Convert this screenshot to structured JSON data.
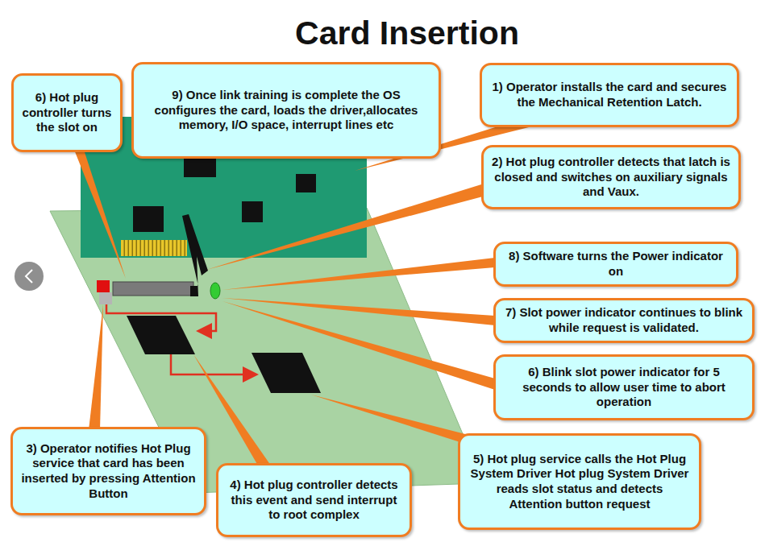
{
  "diagram": {
    "title": "Card Insertion",
    "nodes": [
      {
        "text": [
          "9) Once link training is complete the OS configures the card, loads the driver,allocates memory, I/O space, interrupt lines etc"
        ]
      },
      {
        "text": [
          "6) Hot plug controller turns the slot on"
        ]
      },
      {
        "text": [
          "1) Operator installs the card and secures the Mechanical Retention Latch."
        ]
      },
      {
        "text": [
          "2) Hot plug controller detects that latch is closed and switches on auxiliary signals and Vaux."
        ]
      },
      {
        "text": [
          "8) Software turns the Power indicator on"
        ]
      },
      {
        "text": [
          "7) Slot power indicator continues to blink while request is validated."
        ]
      },
      {
        "text": [
          "6) Blink slot power indicator for 5 seconds to allow user time to abort operation"
        ]
      },
      {
        "text": [
          "3) Operator notifies Hot Plug service that card has been inserted by pressing Attention Button"
        ]
      },
      {
        "text": [
          "4) Hot plug controller detects this event and send interrupt to root complex"
        ]
      },
      {
        "text": [
          "5) Hot plug service calls the Hot Plug System Driver Hot plug System Driver reads slot status and detects Attention button request"
        ]
      }
    ],
    "edges": []
  }
}
